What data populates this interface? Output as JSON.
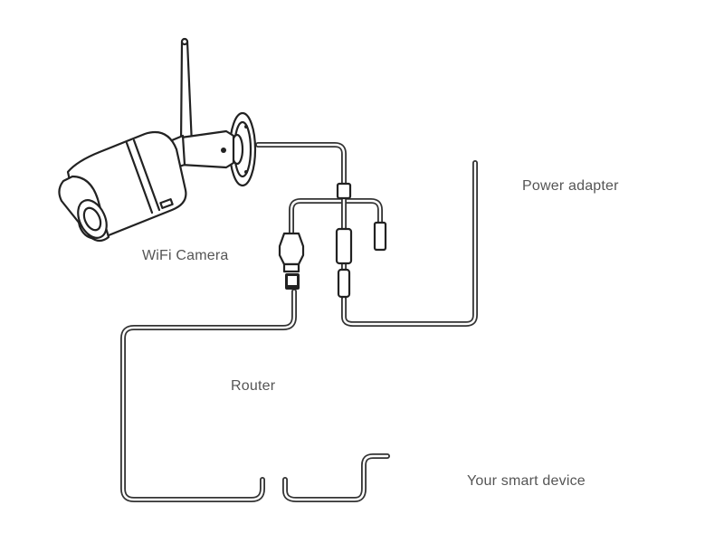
{
  "labels": {
    "camera": "WiFi Camera",
    "power": "Power adapter",
    "router": "Router",
    "device": "Your smart device"
  },
  "components": [
    {
      "id": "wifi-camera",
      "icon": "camera-icon"
    },
    {
      "id": "power-adapter",
      "icon": "power-adapter-icon"
    },
    {
      "id": "wall-outlet",
      "icon": "outlet-icon"
    },
    {
      "id": "router",
      "icon": "router-icon"
    },
    {
      "id": "laptop",
      "icon": "laptop-icon"
    },
    {
      "id": "smartphone",
      "icon": "smartphone-icon"
    },
    {
      "id": "wifi-signal",
      "icon": "wifi-icon"
    }
  ],
  "colors": {
    "line": "#222222",
    "label": "#555555",
    "wifi": "#3fa9e0"
  }
}
